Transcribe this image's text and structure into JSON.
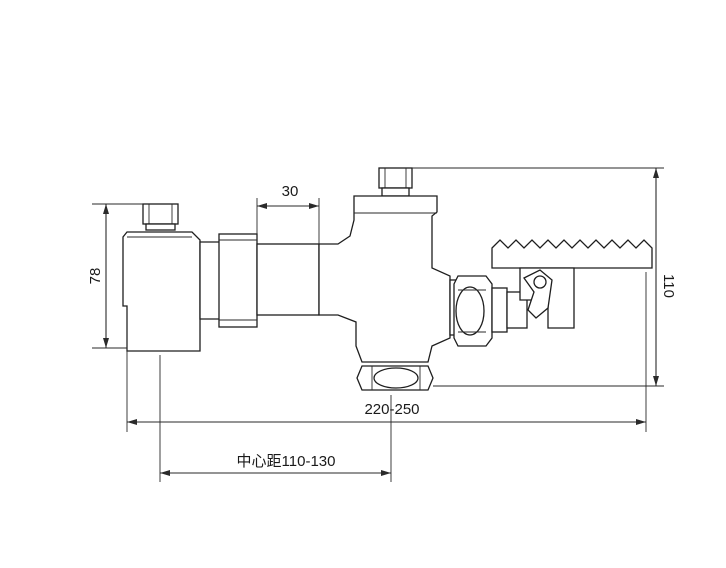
{
  "dimensions": {
    "height_left": "78",
    "height_right": "110",
    "gap_top": "30",
    "overall_length": "220-250",
    "center_distance": "中心距110-130"
  }
}
